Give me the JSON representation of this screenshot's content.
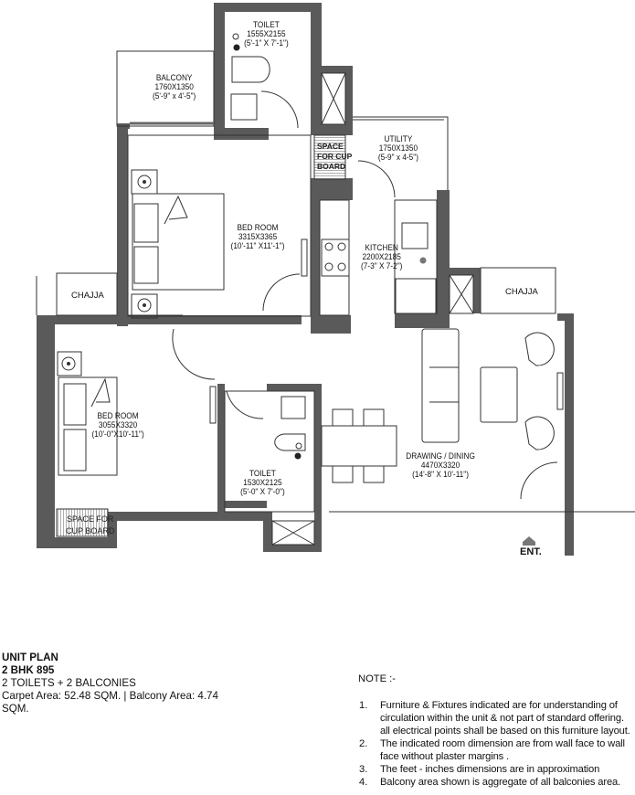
{
  "rooms": {
    "toilet_top": {
      "name": "TOILET",
      "dims_mm": "1555X2155",
      "dims_ft": "(5'-1\" X 7'-1\")"
    },
    "balcony": {
      "name": "BALCONY",
      "dims_mm": "1760X1350",
      "dims_ft": "(5'-9\" x 4'-5\")"
    },
    "utility": {
      "name": "UTILITY",
      "dims_mm": "1750X1350",
      "dims_ft": "(5-9\" x 4-5\")"
    },
    "bedroom_1": {
      "name": "BED ROOM",
      "dims_mm": "3315X3365",
      "dims_ft": "(10'-11\" X11'-1\")"
    },
    "kitchen": {
      "name": "KITCHEN",
      "dims_mm": "2200X2185",
      "dims_ft": "(7-3\" X 7-2\")"
    },
    "bedroom_2": {
      "name": "BED ROOM",
      "dims_mm": "3055X3320",
      "dims_ft": "(10'-0\"X10'-11\")"
    },
    "toilet_bottom": {
      "name": "TOILET",
      "dims_mm": "1530X2125",
      "dims_ft": "(5'-0\" X 7'-0\")"
    },
    "drawing_dining": {
      "name": "DRAWING / DINING",
      "dims_mm": "4470X3320",
      "dims_ft": "(14'-8\" X 10'-11\")"
    }
  },
  "cupboards": {
    "top": [
      "SPACE",
      "FOR CUP",
      "BOARD"
    ],
    "bottom": [
      "SPACE FOR",
      "CUP BOARD"
    ]
  },
  "chajja": {
    "left": "CHAJJA",
    "right": "CHAJJA"
  },
  "entrance": {
    "label": "ENT.",
    "icon": "entrance-arrow-icon"
  },
  "info": {
    "title": "UNIT PLAN",
    "subtitle": "2 BHK 895",
    "line1": "2 TOILETS + 2 BALCONIES",
    "line2": "Carpet Area: 52.48 SQM. |  Balcony Area: 4.74",
    "line3": "SQM."
  },
  "notes": {
    "header": "NOTE :-",
    "items": [
      {
        "num": "1.",
        "text": "Furniture & Fixtures  indicated are for understanding of circulation within the unit & not part of standard offering. all electrical points shall be  based on this furniture layout."
      },
      {
        "num": "2.",
        "text": "The indicated room dimension are from wall face to wall face without plaster margins ."
      },
      {
        "num": "3.",
        "text": "The feet - inches dimensions are in approximation"
      },
      {
        "num": "4.",
        "text": "Balcony area shown is aggregate of all balconies area."
      }
    ]
  },
  "colors": {
    "wall": "#5a5a5a",
    "line": "#333333",
    "background": "#ffffff"
  }
}
